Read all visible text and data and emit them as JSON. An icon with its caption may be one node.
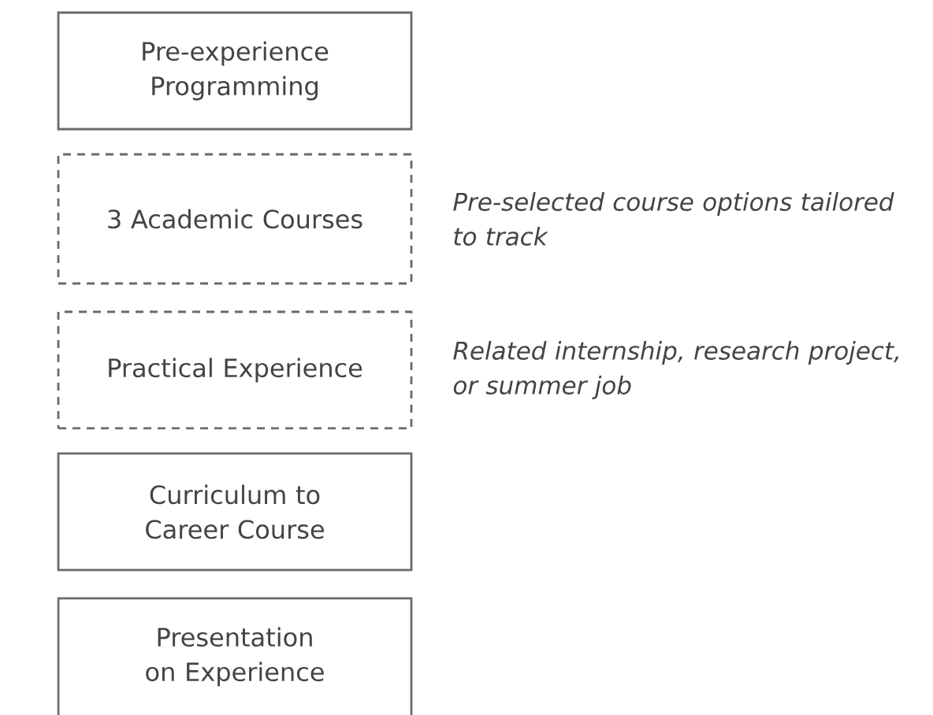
{
  "diagram": {
    "nodes": [
      {
        "text": [
          "Pre-experience Programming"
        ]
      },
      {
        "text": [
          "3 Academic Courses"
        ],
        "beside": [
          "Pre-selected course options tailored to track"
        ]
      },
      {
        "text": [
          "Practical Experience"
        ],
        "beside": [
          "Related internship, research project, or summer job"
        ]
      },
      {
        "text": [
          "Curriculum to Career Course"
        ]
      },
      {
        "text": [
          "Presentation on Experience"
        ]
      }
    ]
  }
}
